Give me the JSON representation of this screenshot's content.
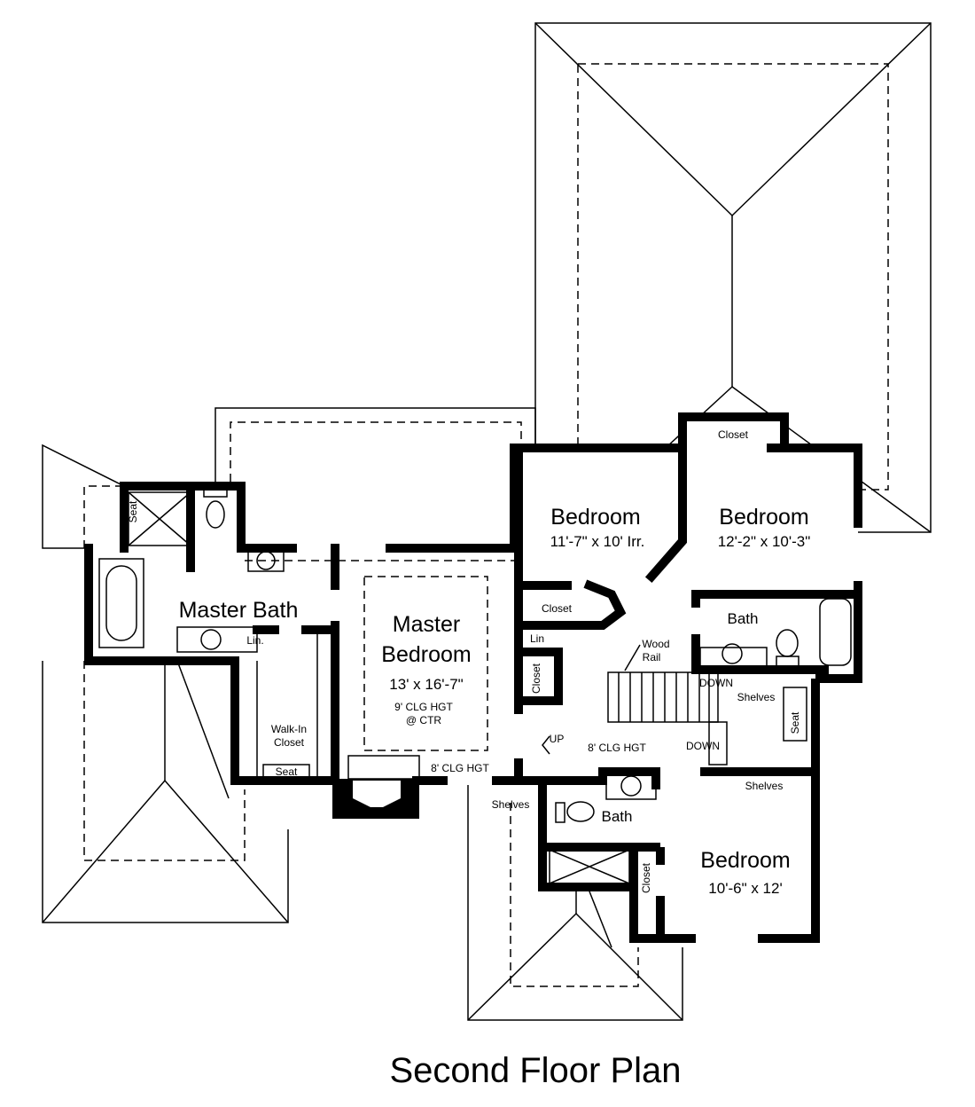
{
  "title": "Second Floor Plan",
  "rooms": {
    "bedroom_1": {
      "name": "Bedroom",
      "size": "11'-7\" x 10' Irr."
    },
    "bedroom_2": {
      "name": "Bedroom",
      "size": "12'-2\" x 10'-3\""
    },
    "bedroom_3": {
      "name": "Bedroom",
      "size": "10'-6\" x 12'"
    },
    "master_bedroom": {
      "name_line1": "Master",
      "name_line2": "Bedroom",
      "size": "13' x 16'-7\"",
      "ceiling_line1": "9' CLG HGT",
      "ceiling_line2": "@ CTR"
    },
    "master_bath": {
      "name": "Master Bath"
    },
    "bath_upper": {
      "name": "Bath"
    },
    "bath_lower": {
      "name": "Bath"
    },
    "walk_in_closet": {
      "line1": "Walk-In",
      "line2": "Closet"
    }
  },
  "labels": {
    "closet_top": "Closet",
    "closet_bedroom1": "Closet",
    "closet_hall": "Closet",
    "closet_bedroom3": "Closet",
    "lin_hall": "Lin",
    "lin_master": "Lin.",
    "seat_shower": "Seat",
    "seat_closet": "Seat",
    "seat_hall": "Seat",
    "wood_rail_1": "Wood",
    "wood_rail_2": "Rail",
    "down_1": "DOWN",
    "down_2": "DOWN",
    "up": "UP",
    "shelves_1": "Shelves",
    "shelves_2": "Shelves",
    "shelves_3": "Shelves",
    "clg_hall": "8' CLG HGT",
    "clg_master": "8' CLG HGT"
  }
}
